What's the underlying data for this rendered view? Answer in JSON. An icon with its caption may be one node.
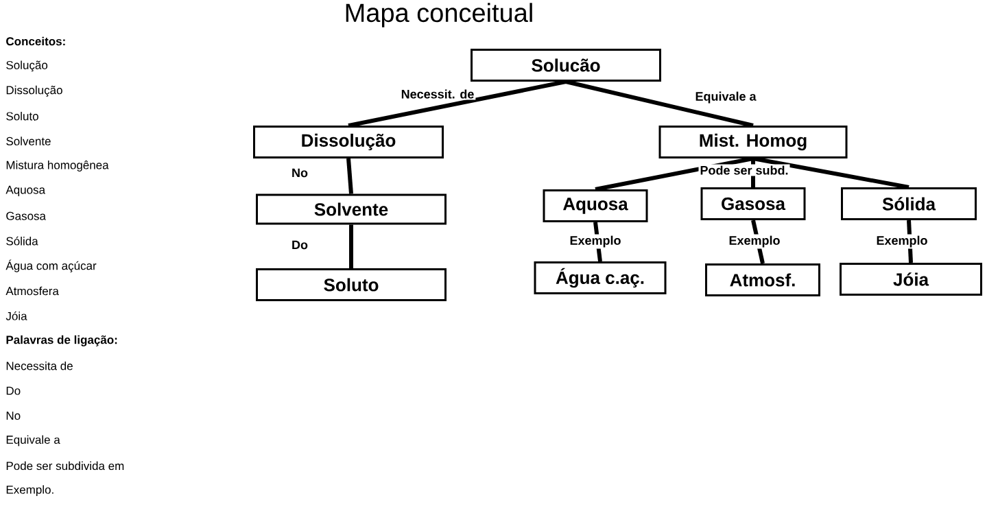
{
  "diagram": {
    "title": "Mapa conceitual",
    "nodes": [
      {
        "text": [
          "Solucão"
        ]
      },
      {
        "text": [
          "Dissolução"
        ]
      },
      {
        "text": [
          "Solvente"
        ]
      },
      {
        "text": [
          "Soluto"
        ]
      },
      {
        "text": [
          "Mist. Homog"
        ]
      },
      {
        "text": [
          "Aquosa"
        ]
      },
      {
        "text": [
          "Gasosa"
        ]
      },
      {
        "text": [
          "Sólida"
        ]
      },
      {
        "text": [
          "Água c.aç."
        ]
      },
      {
        "text": [
          "Atmosf."
        ]
      },
      {
        "text": [
          "Jóia"
        ]
      }
    ],
    "edges": [
      {
        "from": 0,
        "to": 1,
        "arrow": "none",
        "label": "Necessit. de"
      },
      {
        "from": 0,
        "to": 4,
        "arrow": "none",
        "label": "Equivale a"
      },
      {
        "from": 1,
        "to": 2,
        "arrow": "none",
        "label": "No"
      },
      {
        "from": 2,
        "to": 3,
        "arrow": "none",
        "label": "Do"
      },
      {
        "from": 4,
        "to": 5,
        "arrow": "none"
      },
      {
        "from": 4,
        "to": 6,
        "arrow": "none",
        "label": "Pode ser subd."
      },
      {
        "from": 4,
        "to": 7,
        "arrow": "none"
      },
      {
        "from": 5,
        "to": 8,
        "arrow": "none",
        "label": "Exemplo"
      },
      {
        "from": 6,
        "to": 9,
        "arrow": "none",
        "label": "Exemplo"
      },
      {
        "from": 7,
        "to": 10,
        "arrow": "none",
        "label": "Exemplo"
      }
    ],
    "labels": [
      "Conceitos:",
      "Solução",
      "Dissolução",
      "Soluto",
      "Solvente",
      "Mistura homogênea",
      "Aquosa",
      "Gasosa",
      "Sólida",
      "Água com açúcar",
      "Atmosfera",
      "Jóia",
      "Palavras de ligação:",
      "Necessita de",
      "Do",
      "No",
      "Equivale a",
      "Pode ser subdivida em",
      "Exemplo."
    ]
  }
}
